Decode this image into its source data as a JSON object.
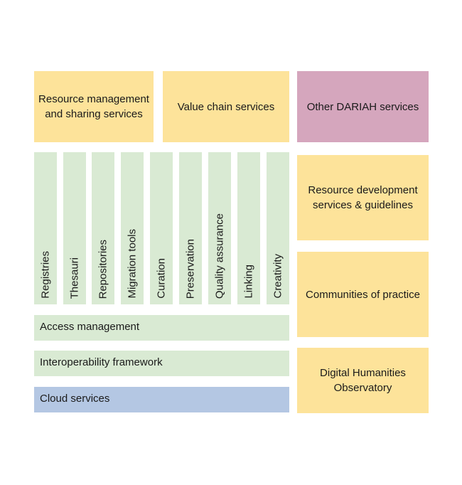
{
  "top": {
    "resource_mgmt": "Resource management and sharing services",
    "value_chain": "Value chain services",
    "other_dariah": "Other DARIAH services"
  },
  "columns": [
    "Registries",
    "Thesauri",
    "Repositories",
    "Migration tools",
    "Curation",
    "Preservation",
    "Quality assurance",
    "Linking",
    "Creativity"
  ],
  "bars": {
    "access": "Access management",
    "interop": "Interoperability framework",
    "cloud": "Cloud services"
  },
  "right": {
    "resource_dev": "Resource development services & guidelines",
    "communities": "Communities of practice",
    "dh_observatory": "Digital Humanities Observatory"
  },
  "colors": {
    "yellow": "#fde39a",
    "purple": "#d5a6bd",
    "green": "#d9ead3",
    "blue": "#b4c7e3"
  }
}
